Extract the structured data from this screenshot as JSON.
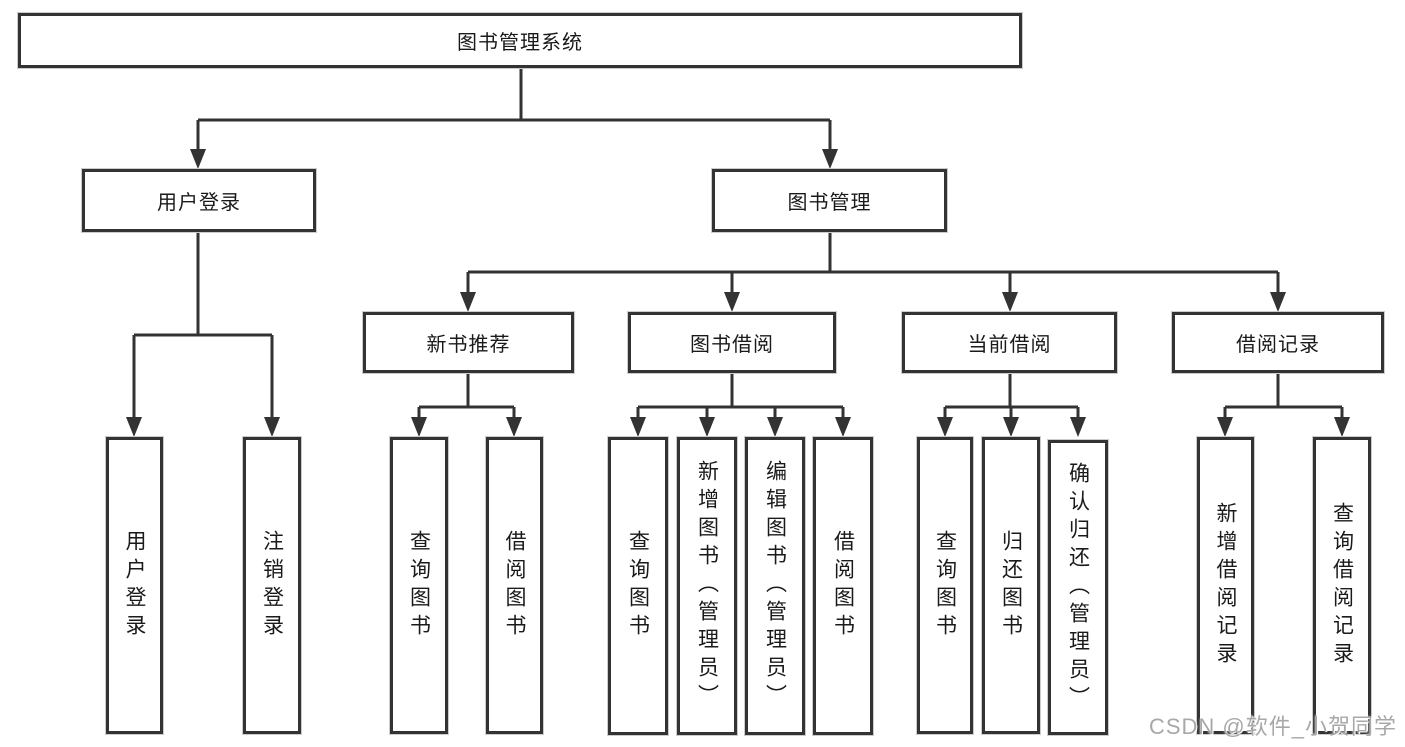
{
  "diagram": {
    "root": "图书管理系统",
    "level2": [
      {
        "label": "用户登录"
      },
      {
        "label": "图书管理"
      }
    ],
    "level3": [
      {
        "label": "新书推荐"
      },
      {
        "label": "图书借阅"
      },
      {
        "label": "当前借阅"
      },
      {
        "label": "借阅记录"
      }
    ],
    "leaves": {
      "user_login": [
        "用户登录",
        "注销登录"
      ],
      "new_book_rec": [
        "查询图书",
        "借阅图书"
      ],
      "book_borrow": [
        "查询图书",
        "新增图书（管理员）",
        "编辑图书（管理员）",
        "借阅图书"
      ],
      "current_borrow": [
        "查询图书",
        "归还图书",
        "确认归还（管理员）"
      ],
      "borrow_record": [
        "新增借阅记录",
        "查询借阅记录"
      ]
    },
    "colors": {
      "line": "#333333",
      "box_border": "#333333",
      "text": "#1a1a1a",
      "watermark": "#a8a8a8",
      "background": "#ffffff"
    }
  },
  "watermark": {
    "text": "CSDN @软件_小贺同学"
  }
}
